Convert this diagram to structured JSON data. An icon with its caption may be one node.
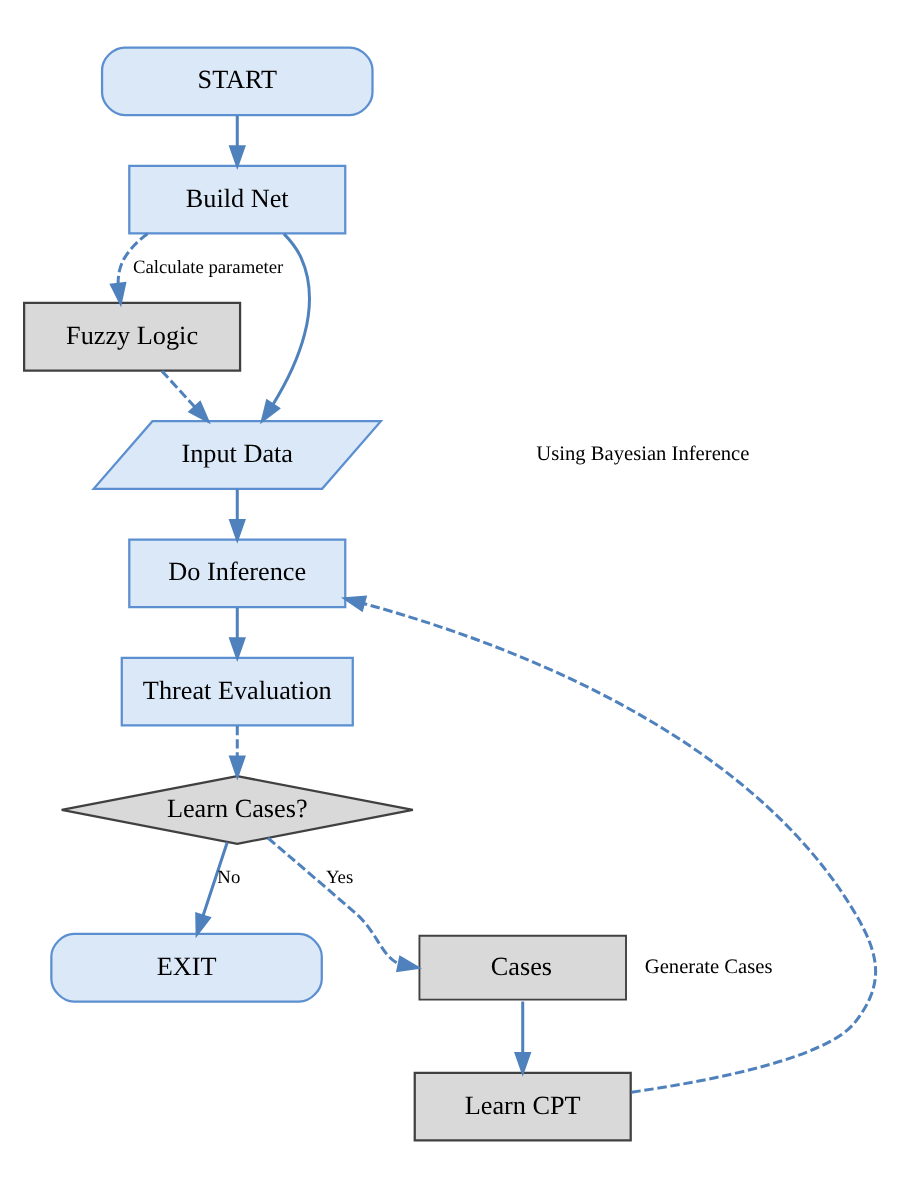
{
  "diagram": {
    "nodes": [
      {
        "text": [
          "START"
        ]
      },
      {
        "text": [
          "Build Net"
        ]
      },
      {
        "text": [
          "Fuzzy Logic"
        ]
      },
      {
        "text": [
          "Input Data"
        ]
      },
      {
        "text": [
          "Do Inference"
        ]
      },
      {
        "text": [
          "Threat Evaluation"
        ]
      },
      {
        "text": [
          "Learn Cases?"
        ]
      },
      {
        "text": [
          "EXIT"
        ]
      },
      {
        "text": [
          "Learn CPT"
        ]
      },
      {
        "text": [
          "Cases"
        ],
        "beside": [
          "Generate Cases"
        ]
      }
    ],
    "edges": [
      {
        "from": 0,
        "to": 1,
        "arrow": "to"
      },
      {
        "from": 1,
        "to": 2,
        "arrow": "to",
        "style": "dashed",
        "label": "Calculate parameter"
      },
      {
        "from": 1,
        "to": 3,
        "arrow": "to"
      },
      {
        "from": 2,
        "to": 3,
        "arrow": "to",
        "style": "dashed"
      },
      {
        "from": 3,
        "to": 4,
        "arrow": "to"
      },
      {
        "from": 4,
        "to": 5,
        "arrow": "to"
      },
      {
        "from": 5,
        "to": 6,
        "arrow": "to",
        "style": "dashed"
      },
      {
        "from": 6,
        "to": 7,
        "arrow": "to",
        "label": "No"
      },
      {
        "from": 6,
        "to": 9,
        "arrow": "to",
        "style": "dashed",
        "label": "Yes"
      },
      {
        "from": 9,
        "to": 8,
        "arrow": "to"
      },
      {
        "from": 8,
        "to": 4,
        "arrow": "to",
        "style": "dashed"
      }
    ],
    "labels": [
      "Using Bayesian Inference"
    ]
  }
}
